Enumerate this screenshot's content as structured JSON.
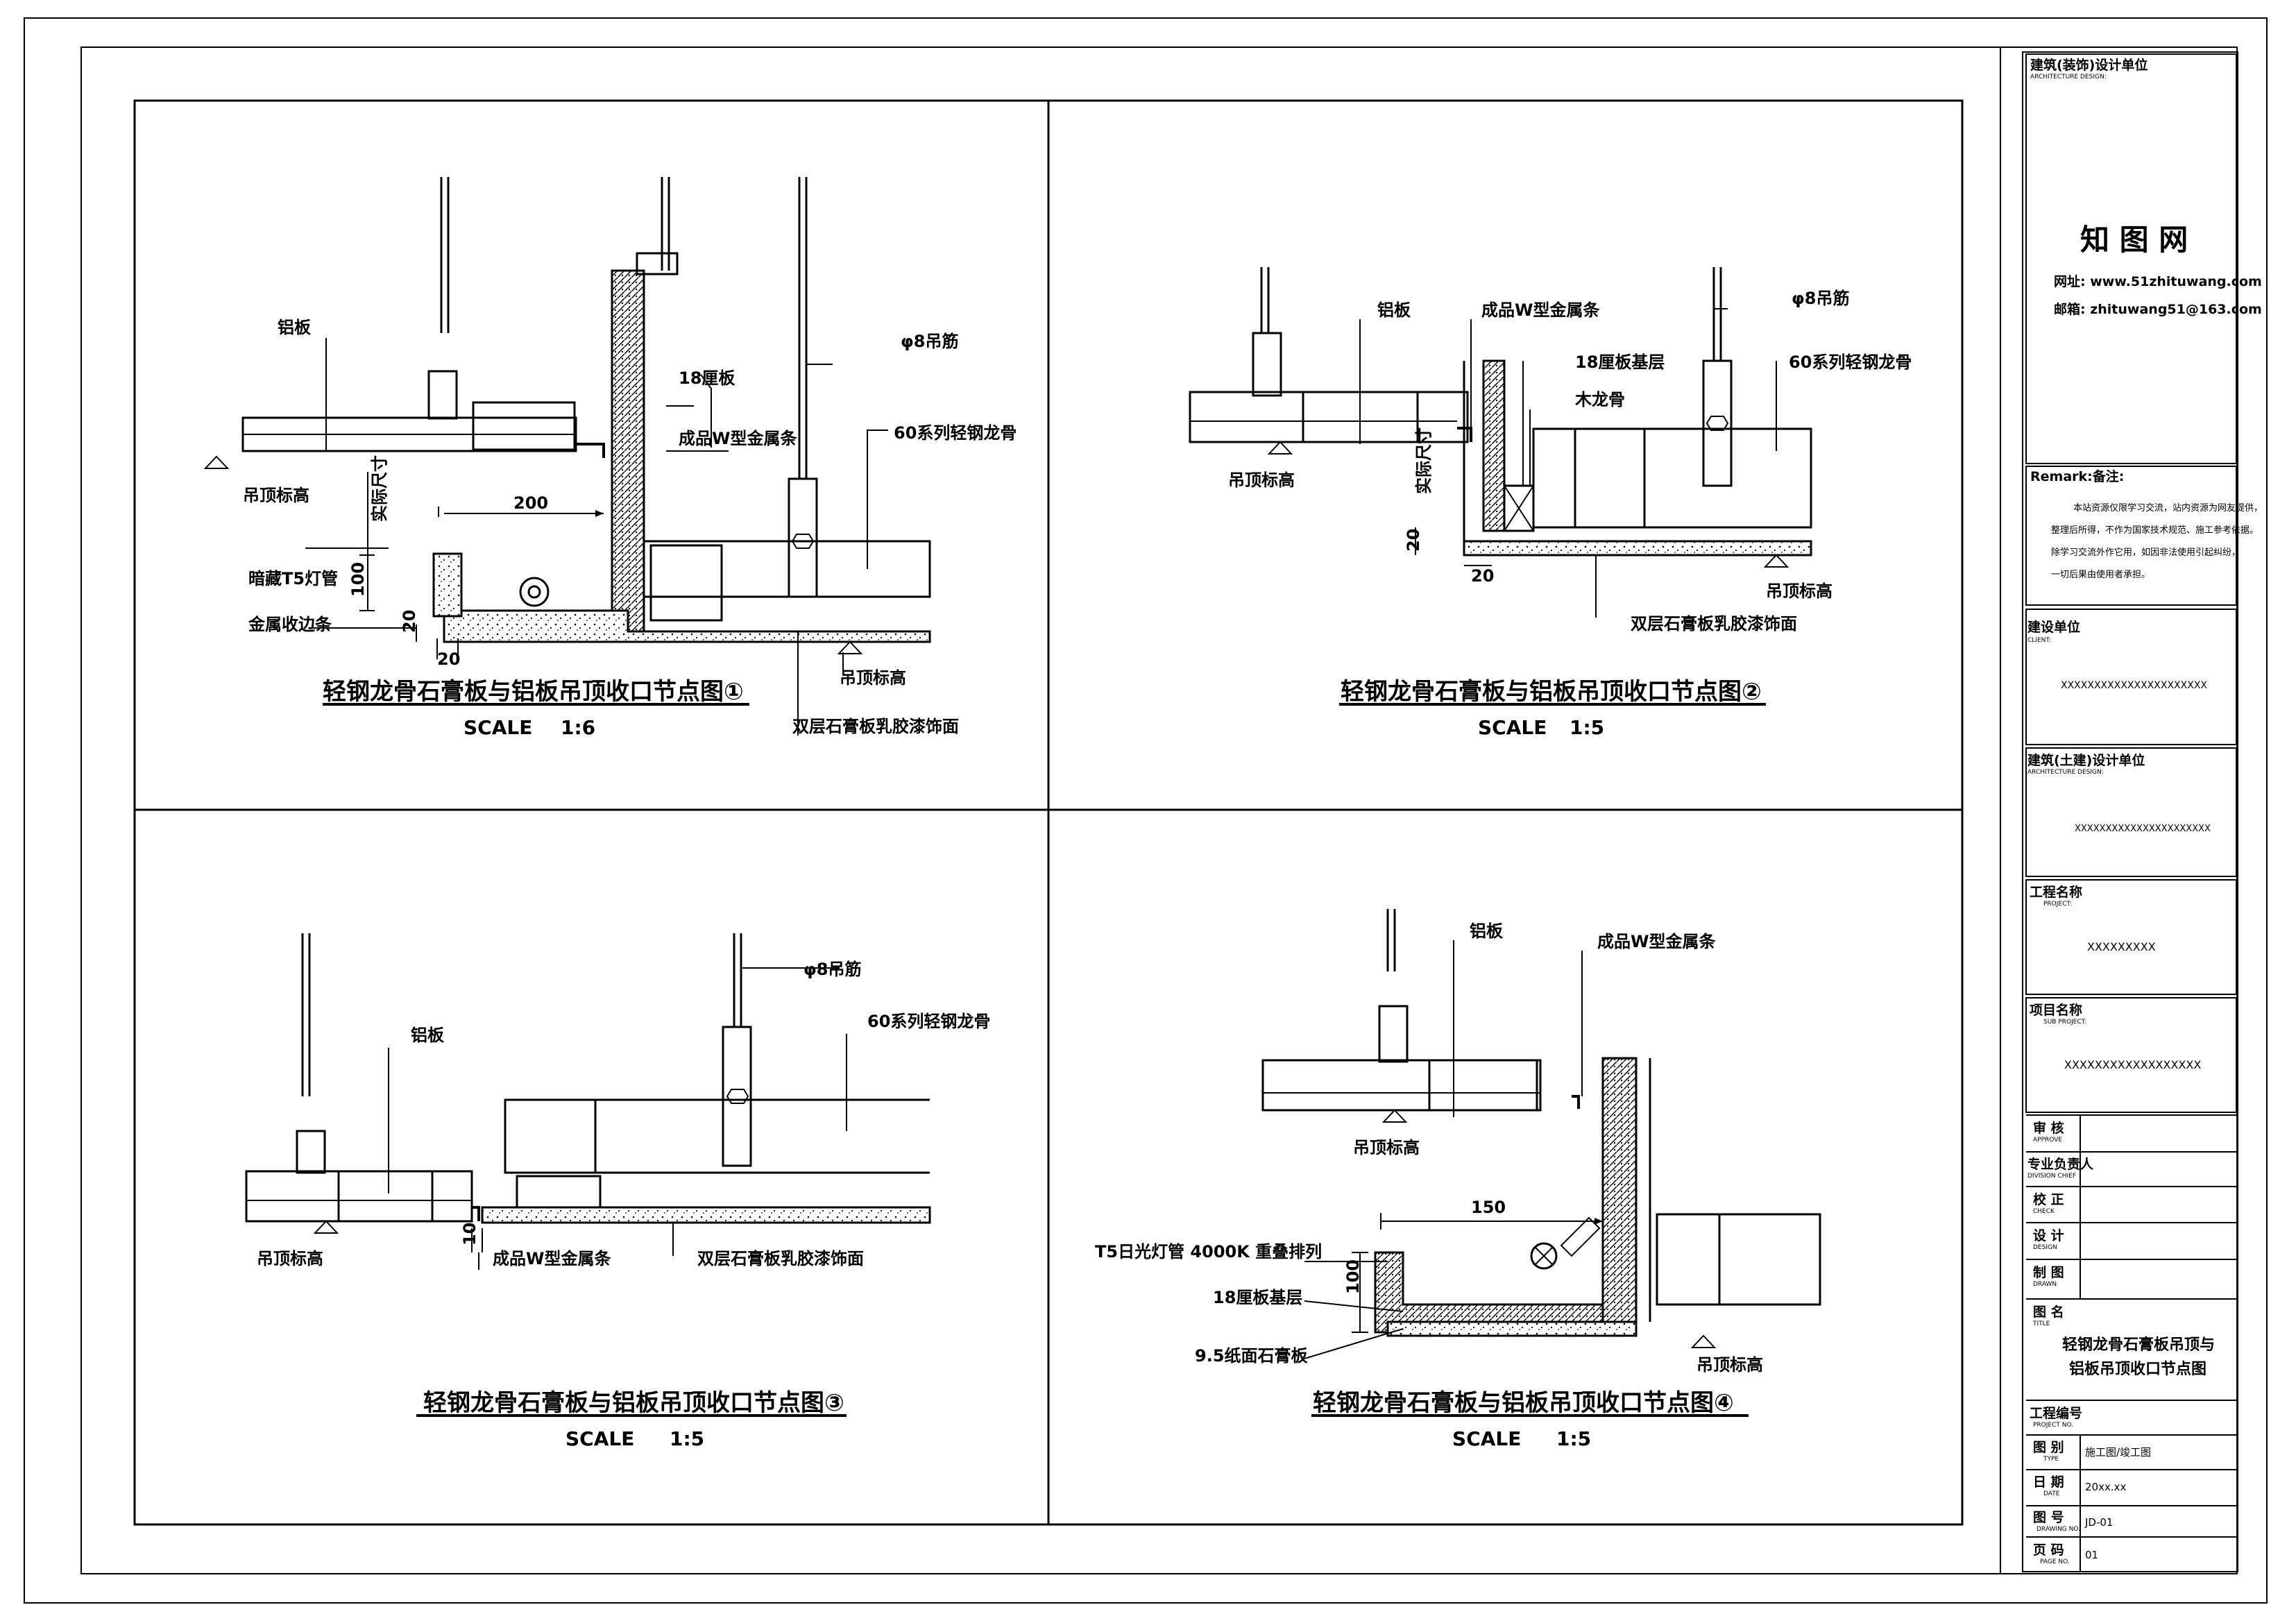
{
  "details": [
    {
      "title": "轻钢龙骨石膏板与铝板吊顶收口节点图①",
      "scale_label": "SCALE",
      "scale_value": "1:6",
      "labels": {
        "aluminum": "铝板",
        "ceiling_level_left": "吊顶标高",
        "actual_size": "实际尺寸",
        "hidden_light": "暗藏T5灯管",
        "metal_edge": "金属收边条",
        "plywood": "18厘板",
        "w_strip": "成品W型金属条",
        "rod": "φ8吊筋",
        "keel": "60系列轻钢龙骨",
        "ceiling_level_right": "吊顶标高",
        "gypsum": "双层石膏板乳胶漆饰面",
        "dim_200": "200",
        "dim_100": "100",
        "dim_20a": "20",
        "dim_20b": "20"
      }
    },
    {
      "title": "轻钢龙骨石膏板与铝板吊顶收口节点图②",
      "scale_label": "SCALE",
      "scale_value": "1:5",
      "labels": {
        "aluminum": "铝板",
        "w_strip": "成品W型金属条",
        "plywood_base": "18厘板基层",
        "wood_keel": "木龙骨",
        "rod": "φ8吊筋",
        "keel": "60系列轻钢龙骨",
        "ceiling_level_left": "吊顶标高",
        "actual_size": "实际尺寸",
        "dim_20a": "20",
        "dim_20b": "20",
        "ceiling_level_right": "吊顶标高",
        "gypsum": "双层石膏板乳胶漆饰面"
      }
    },
    {
      "title": "轻钢龙骨石膏板与铝板吊顶收口节点图③",
      "scale_label": "SCALE",
      "scale_value": "1:5",
      "labels": {
        "rod": "φ8吊筋",
        "keel": "60系列轻钢龙骨",
        "aluminum": "铝板",
        "ceiling_level": "吊顶标高",
        "w_strip": "成品W型金属条",
        "gypsum": "双层石膏板乳胶漆饰面",
        "dim_10": "10"
      }
    },
    {
      "title": "轻钢龙骨石膏板与铝板吊顶收口节点图④",
      "scale_label": "SCALE",
      "scale_value": "1:5",
      "labels": {
        "aluminum": "铝板",
        "w_strip": "成品W型金属条",
        "ceiling_level_left": "吊顶标高",
        "dim_150": "150",
        "t5_light": "T5日光灯管 4000K 重叠排列",
        "plywood_base": "18厘板基层",
        "dim_100": "100",
        "paper_gypsum": "9.5纸面石膏板",
        "ceiling_level_right": "吊顶标高"
      }
    }
  ],
  "title_block": {
    "design_unit": "建筑(装饰)设计单位",
    "design_unit_en": "ARCHITECTURE DESIGN:",
    "company": "知 图 网",
    "website": "网址: www.51zhituwang.com",
    "email": "邮箱: zhituwang51@163.com",
    "remark_title": "Remark:备注:",
    "remark_text": [
      "本站资源仅限学习交流，站内资源为网友提供，",
      "整理后所得，不作为国家技术规范、施工参考依据。",
      "除学习交流外作它用，如因非法使用引起纠纷，",
      "一切后果由使用者承担。"
    ],
    "client_label": "建设单位",
    "client_label_en": "CLIENT:",
    "client_value": "XXXXXXXXXXXXXXXXXXXXXX",
    "civil_label": "建筑(土建)设计单位",
    "civil_label_en": "ARCHITECTURE DESIGN:",
    "civil_value": "XXXXXXXXXXXXXXXXXXXXXX",
    "project_label": "工程名称",
    "project_label_en": "PROJECT:",
    "project_value": "XXXXXXXXX",
    "subproject_label": "项目名称",
    "subproject_label_en": "SUB PROJECT:",
    "subproject_value": "XXXXXXXXXXXXXXXXXX",
    "rows": [
      {
        "cn": "审 核",
        "en": "APPROVE",
        "value": ""
      },
      {
        "cn": "专业负责人",
        "en": "DIVISION CHIEF",
        "value": ""
      },
      {
        "cn": "校 正",
        "en": "CHECK",
        "value": ""
      },
      {
        "cn": "设 计",
        "en": "DESIGN",
        "value": ""
      },
      {
        "cn": "制 图",
        "en": "DRAWN",
        "value": ""
      }
    ],
    "drawing_name_label": "图 名",
    "drawing_name_en": "TITLE",
    "drawing_name_1": "轻钢龙骨石膏板吊顶与",
    "drawing_name_2": "铝板吊顶收口节点图",
    "project_no_label": "工程编号",
    "project_no_en": "PROJECT NO.",
    "bottom_rows": [
      {
        "cn": "图 别",
        "en": "TYPE",
        "value": "施工图/竣工图"
      },
      {
        "cn": "日 期",
        "en": "DATE",
        "value": "20xx.xx"
      },
      {
        "cn": "图 号",
        "en": "DRAWING NO.",
        "value": "JD-01"
      },
      {
        "cn": "页 码",
        "en": "PAGE NO.",
        "value": "01"
      }
    ]
  }
}
